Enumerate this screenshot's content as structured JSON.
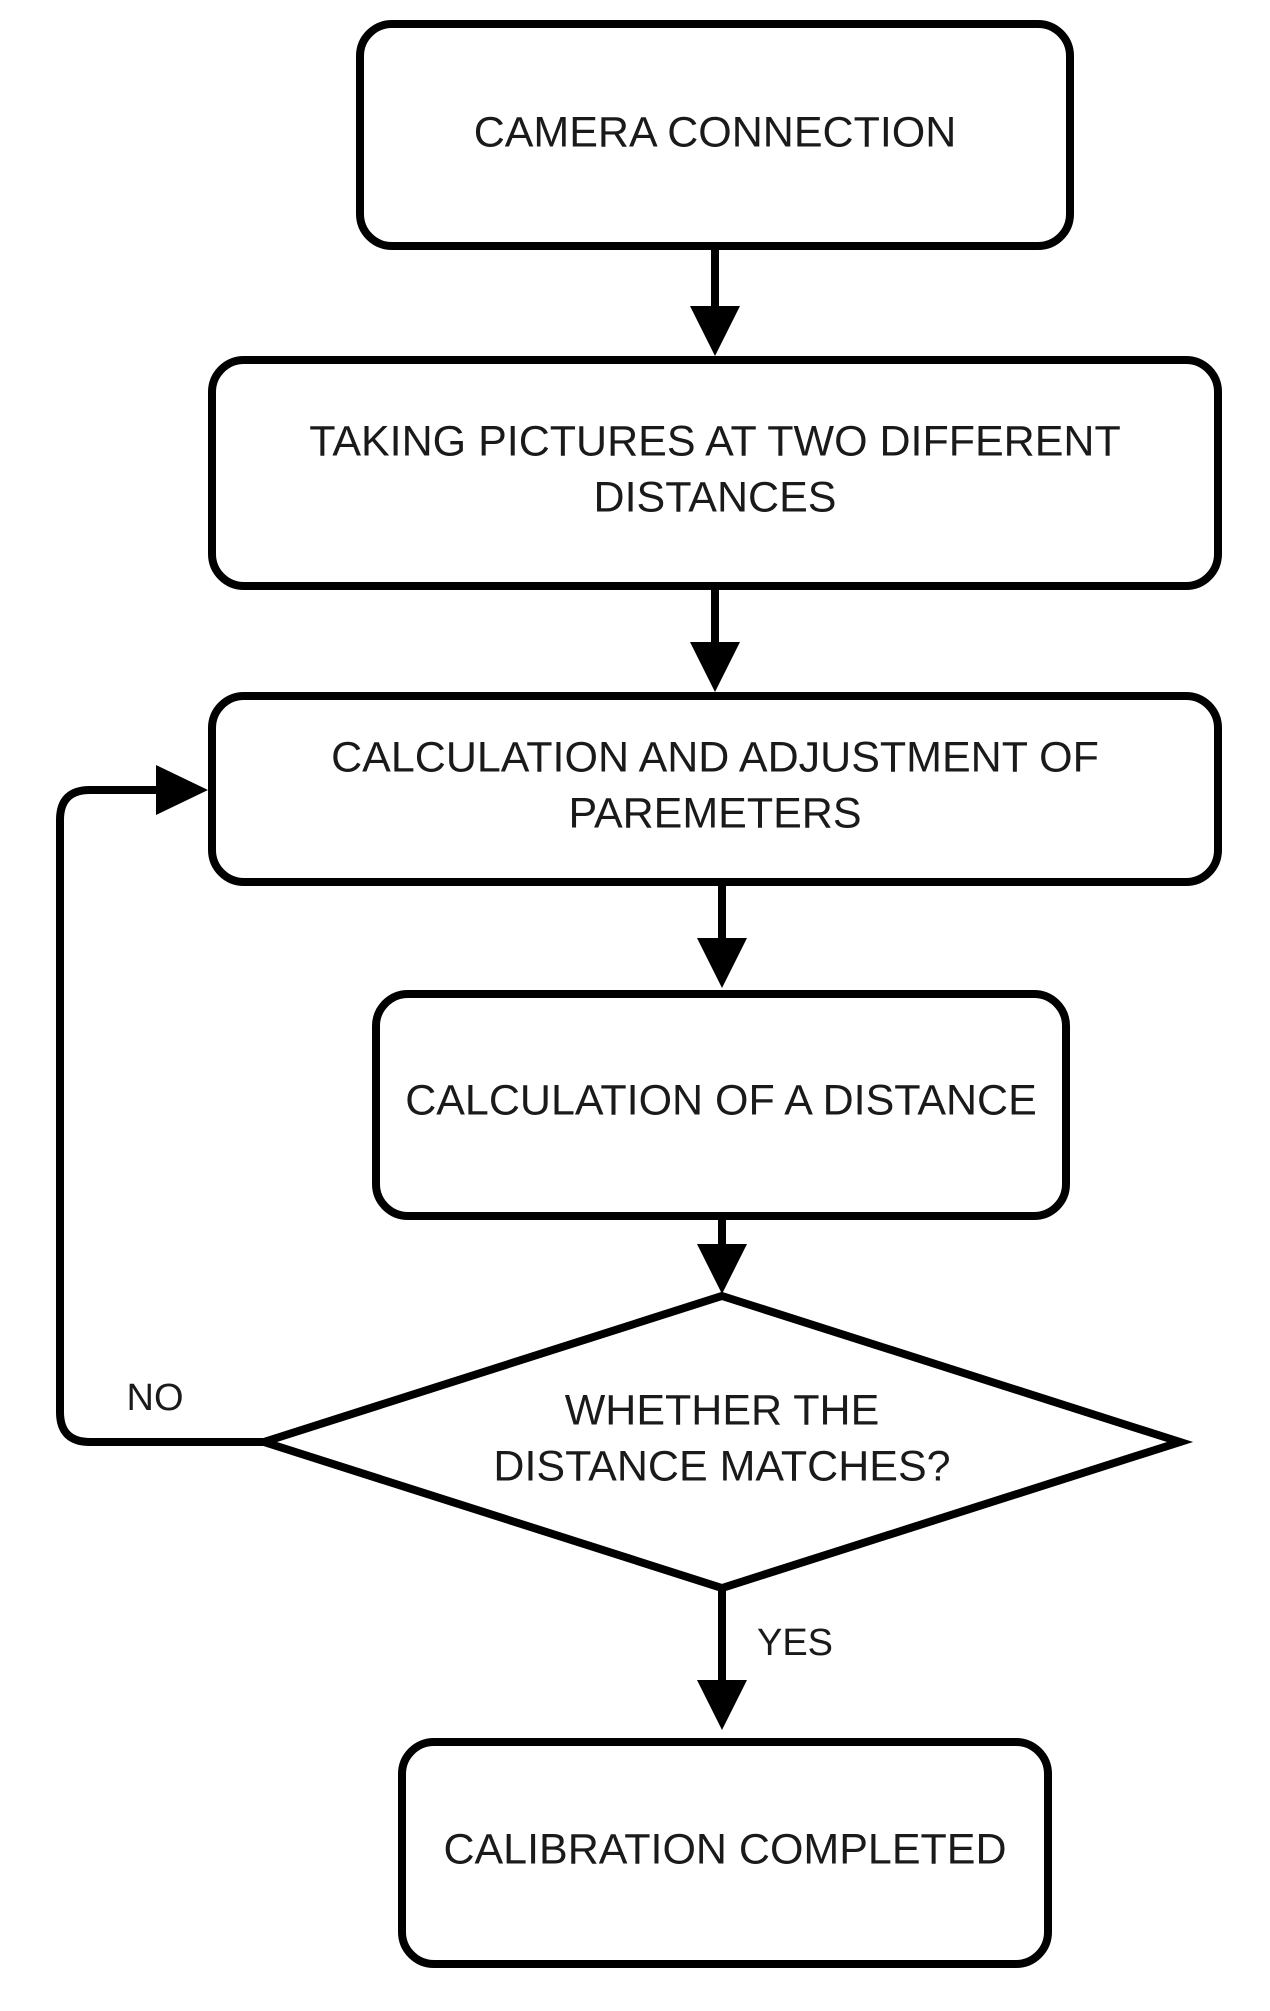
{
  "diagram": {
    "nodes": {
      "camera_connection": {
        "lines": [
          "CAMERA CONNECTION"
        ]
      },
      "taking_pictures": {
        "lines": [
          "TAKING PICTURES AT TWO DIFFERENT",
          "DISTANCES"
        ]
      },
      "calc_adjust": {
        "lines": [
          "CALCULATION AND ADJUSTMENT OF",
          "PAREMETERS"
        ]
      },
      "calc_distance": {
        "lines": [
          "CALCULATION OF A DISTANCE"
        ]
      },
      "decision": {
        "lines": [
          "WHETHER THE",
          "DISTANCE MATCHES?"
        ]
      },
      "calibration_completed": {
        "lines": [
          "CALIBRATION COMPLETED"
        ]
      }
    },
    "edges": {
      "no_label": "NO",
      "yes_label": "YES"
    }
  }
}
